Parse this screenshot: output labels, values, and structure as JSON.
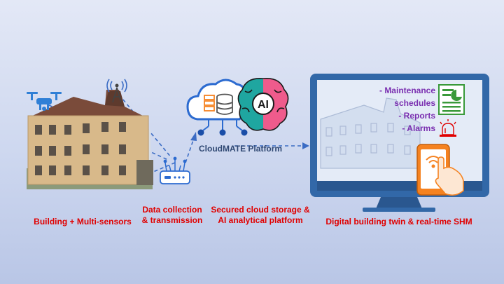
{
  "captions": {
    "building": "Building + Multi-sensors",
    "data_collection_line1": "Data collection",
    "data_collection_line2": "& transmission",
    "cloud_line1": "Secured cloud storage &",
    "cloud_line2": "AI analytical platform",
    "twin": "Digital building twin & real-time SHM"
  },
  "platform_label": "CloudMATE Platform",
  "ai_label": "AI",
  "screen_items": [
    "- Maintenance",
    "schedules",
    "- Reports",
    "- Alarms"
  ],
  "colors": {
    "caption": "#e00000",
    "platform_text": "#2f4873",
    "screen_text": "#7a2fb0",
    "accent_blue": "#3b6cc4",
    "tablet_orange": "#f58220",
    "drone_blue": "#2f7fd6"
  },
  "icons": [
    "drone-icon",
    "antenna-icon",
    "router-icon",
    "cloud-database-icon",
    "ai-brain-icon",
    "monitor-icon",
    "report-icon",
    "alarm-icon",
    "tablet-touch-icon",
    "building-photo"
  ]
}
